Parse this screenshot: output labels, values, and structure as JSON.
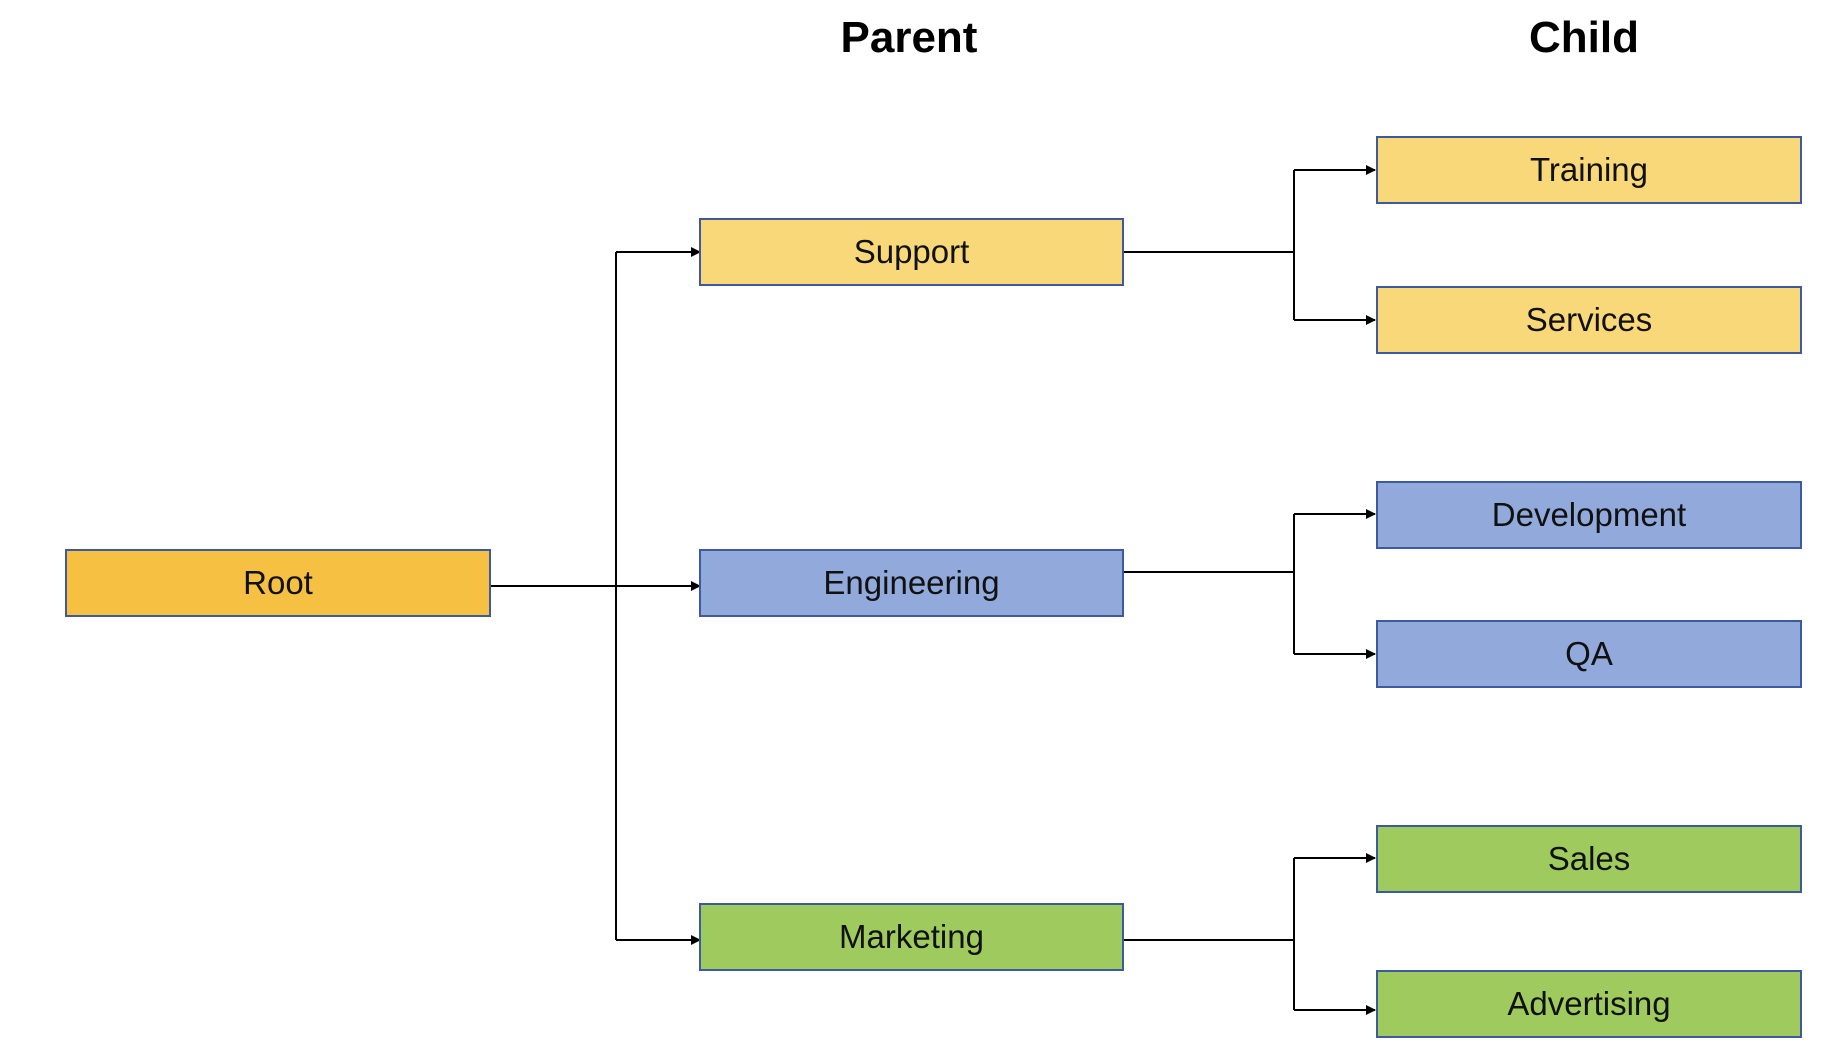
{
  "headers": {
    "parent": "Parent",
    "child": "Child"
  },
  "colors": {
    "root": "#f6c142",
    "support": "#f8d878",
    "engineering": "#91aadb",
    "marketing": "#9fca5e",
    "border": "#3d5a9e",
    "connector": "#000000"
  },
  "tree": {
    "root": {
      "label": "Root"
    },
    "parents": [
      {
        "label": "Support",
        "children": [
          {
            "label": "Training"
          },
          {
            "label": "Services"
          }
        ]
      },
      {
        "label": "Engineering",
        "children": [
          {
            "label": "Development"
          },
          {
            "label": "QA"
          }
        ]
      },
      {
        "label": "Marketing",
        "children": [
          {
            "label": "Sales"
          },
          {
            "label": "Advertising"
          }
        ]
      }
    ]
  }
}
